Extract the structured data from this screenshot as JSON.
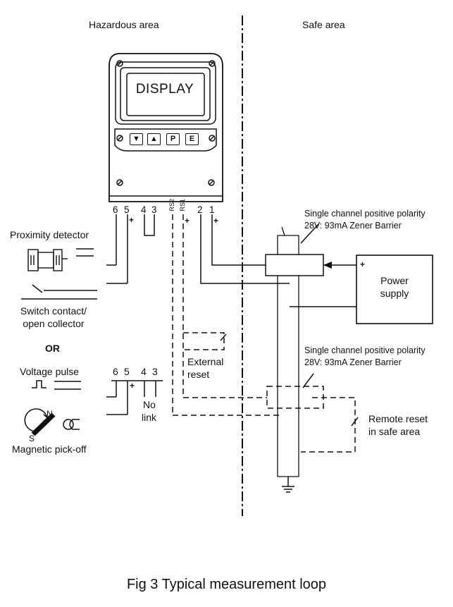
{
  "areas": {
    "hazardous": "Hazardous area",
    "safe": "Safe area"
  },
  "instrument": {
    "display": "DISPLAY",
    "buttons": [
      "▼",
      "▲",
      "P",
      "E"
    ],
    "terminals": [
      "6",
      "5",
      "4",
      "3",
      "RS2",
      "RS1",
      "2",
      "1"
    ]
  },
  "sensors": {
    "proximity": "Proximity detector",
    "switch_line1": "Switch contact/",
    "switch_line2": "open collector",
    "or": "OR",
    "voltage": "Voltage pulse",
    "magnetic": "Magnetic pick-off",
    "north": "N",
    "south": "S"
  },
  "lower_terminals": [
    "6",
    "5",
    "4",
    "3"
  ],
  "no_link": {
    "line1": "No",
    "line2": "link"
  },
  "plus": "+",
  "external_reset": {
    "line1": "External",
    "line2": "reset"
  },
  "barrier1": {
    "line1": "Single channel positive polarity",
    "line2": "28V: 93mA Zener Barrier"
  },
  "barrier2": {
    "line1": "Single channel positive polarity",
    "line2": "28V: 93mA Zener Barrier"
  },
  "power_supply": {
    "line1": "Power",
    "line2": "supply"
  },
  "remote_reset": {
    "line1": "Remote reset",
    "line2": "in safe area"
  },
  "caption": "Fig 3  Typical measurement loop"
}
